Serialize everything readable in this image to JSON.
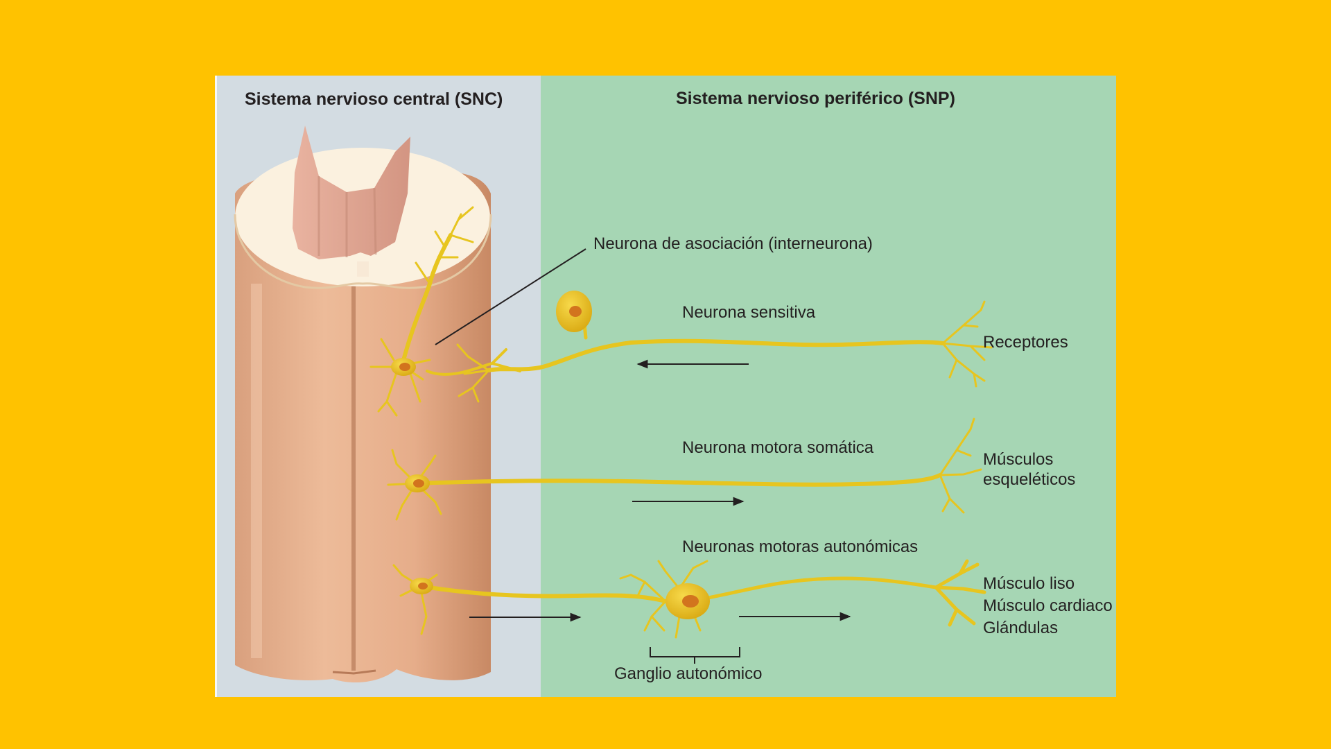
{
  "headers": {
    "cns": "Sistema nervioso central (SNC)",
    "pns": "Sistema nervioso periférico (SNP)"
  },
  "labels": {
    "interneuron": "Neurona de asociación (interneurona)",
    "sensory": "Neurona sensitiva",
    "receptors": "Receptores",
    "somatic": "Neurona motora somática",
    "skeletal_1": "Músculos",
    "skeletal_2": "esqueléticos",
    "autonomic": "Neuronas motoras autonómicas",
    "smooth": "Músculo liso",
    "cardiac": "Músculo cardiaco",
    "glands": "Glándulas",
    "ganglion": "Ganglio autonómico"
  },
  "colors": {
    "page_background": "#FFC200",
    "cns_panel": "#D3DCE2",
    "pns_panel": "#A6D6B4",
    "spinal_cord": "#E6AE8C",
    "white_matter": "#FBF1DF",
    "gray_matter": "#E2A694",
    "neuron": "#E7C51F",
    "neuron_nucleus": "#D2741E"
  }
}
